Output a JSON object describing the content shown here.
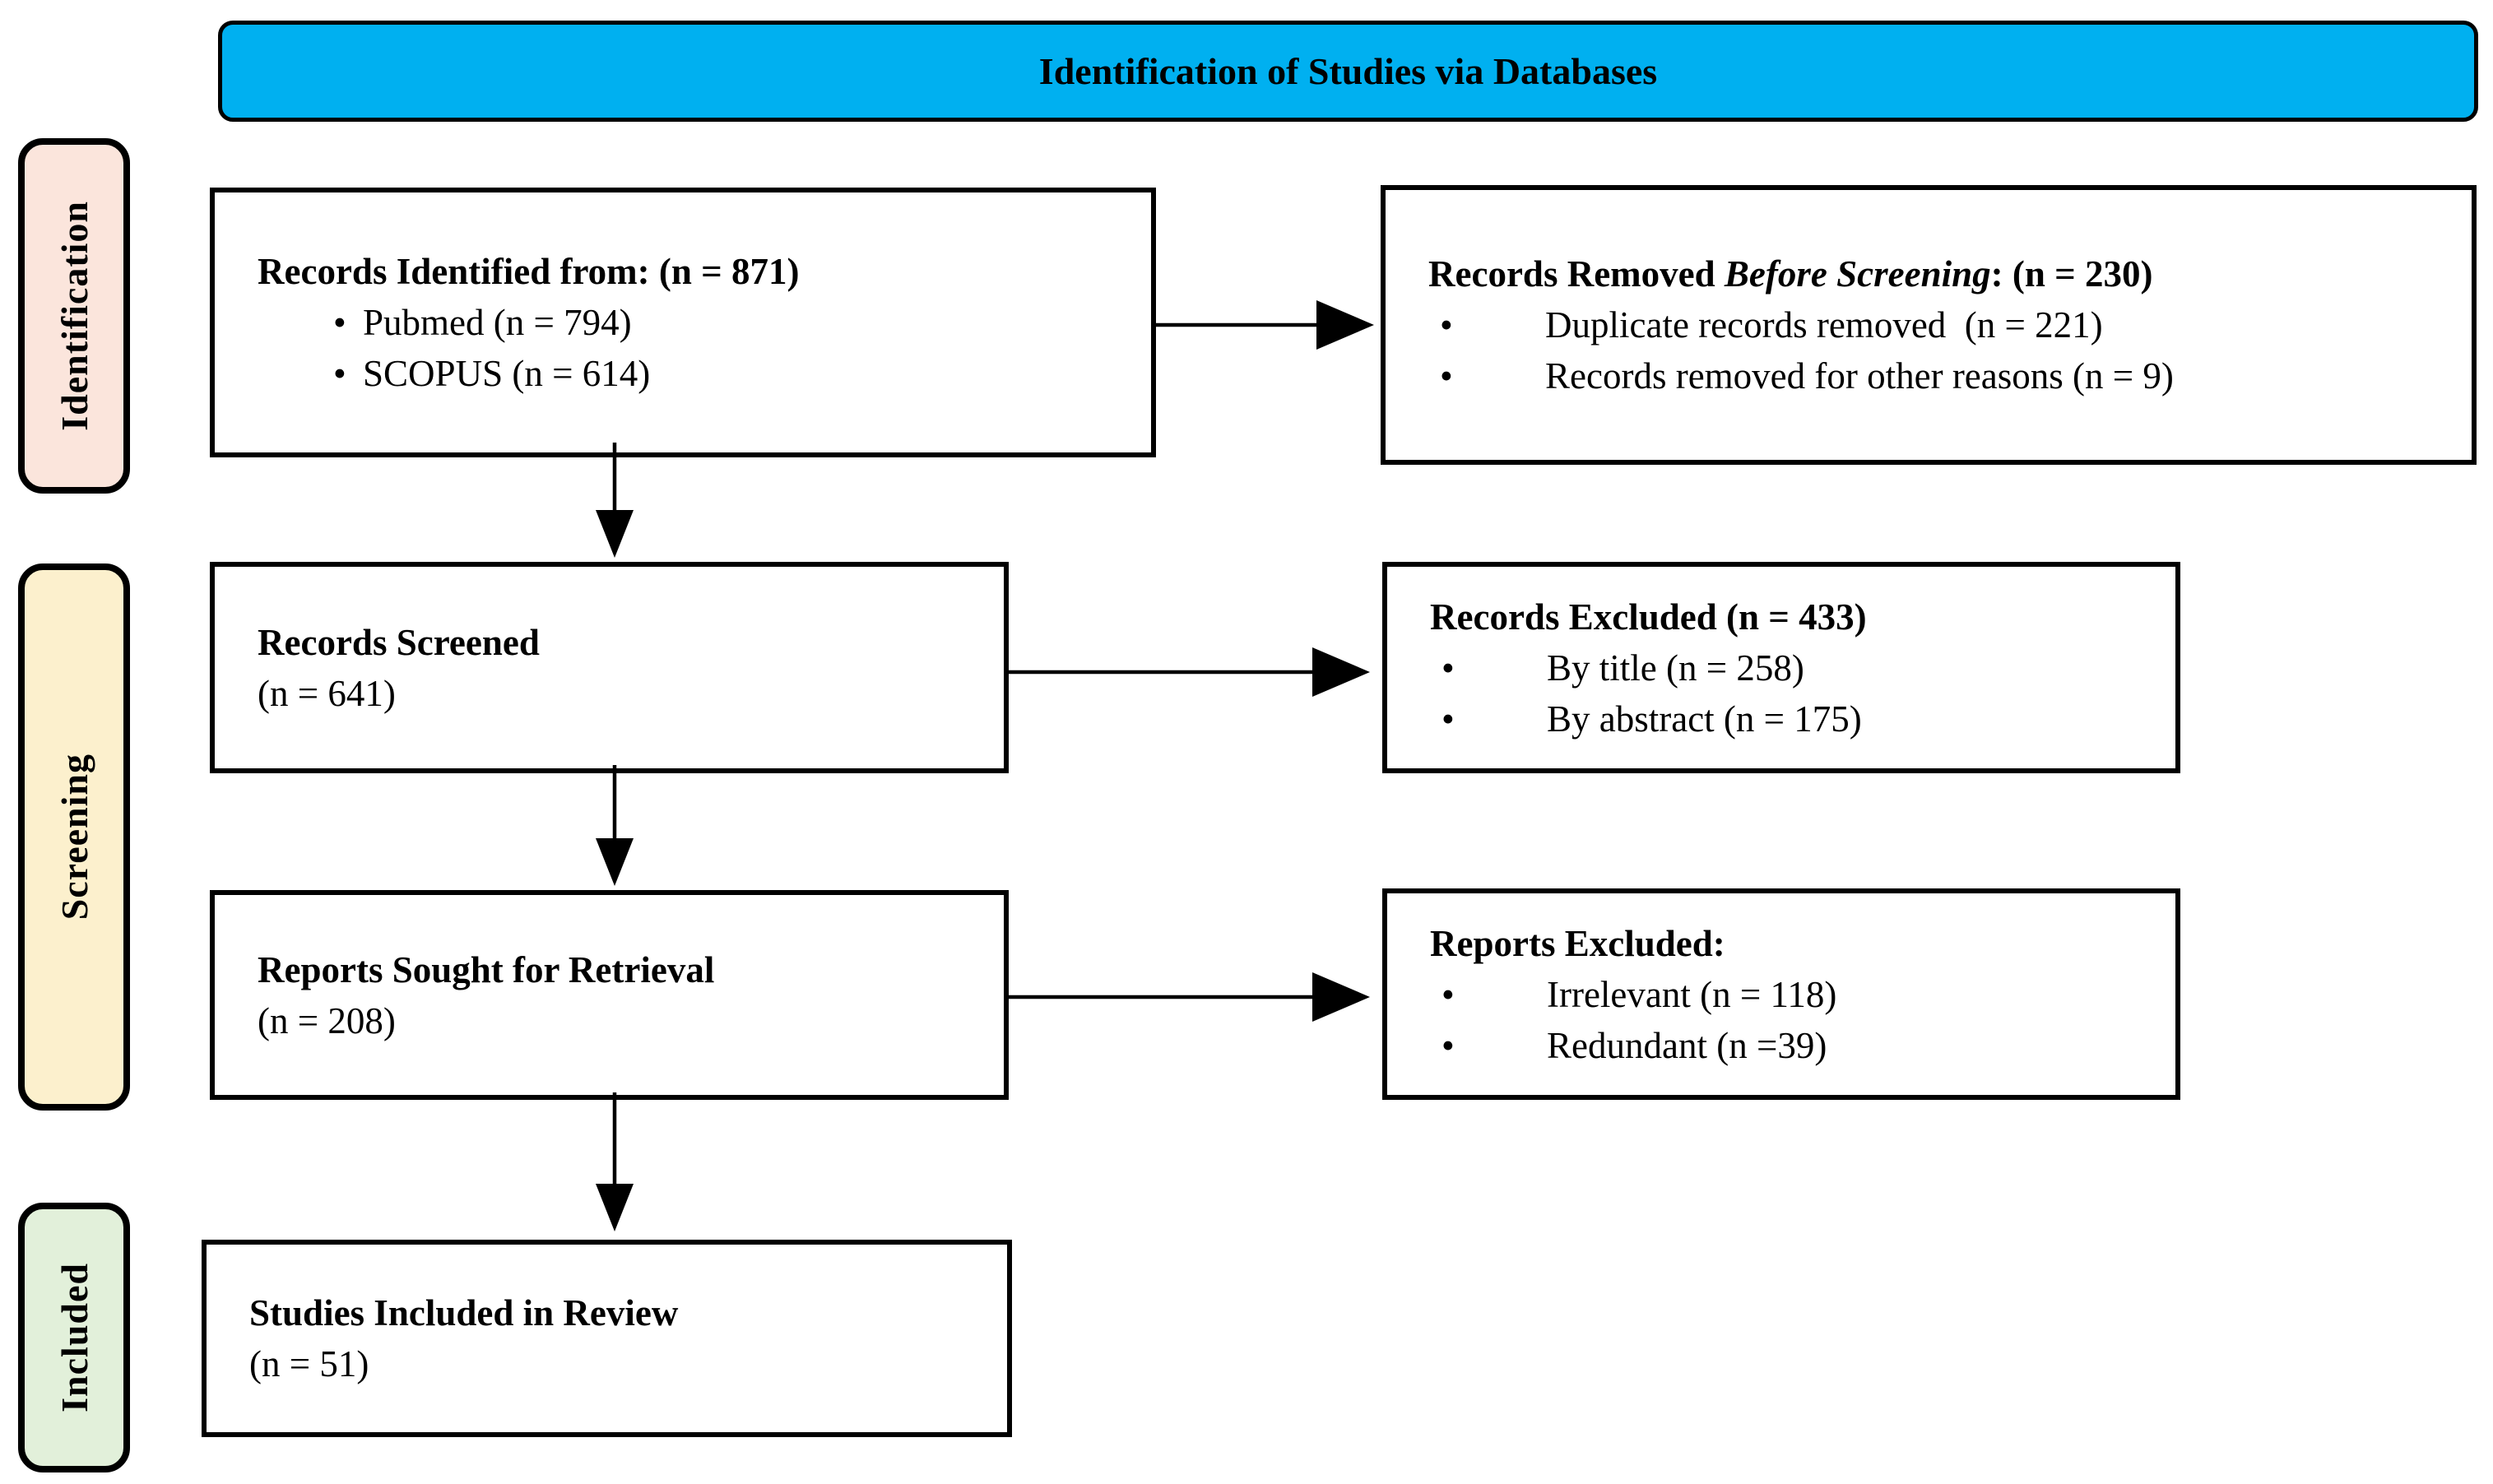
{
  "header": {
    "title": "Identification of Studies via Databases",
    "bg_color": "#00B0F0"
  },
  "stages": {
    "identification": {
      "label": "Identification",
      "bg_color": "#FBE5DC"
    },
    "screening": {
      "label": "Screening",
      "bg_color": "#FCF0CD"
    },
    "included": {
      "label": "Included",
      "bg_color": "#E2F0DA"
    }
  },
  "boxes": {
    "records_identified": {
      "title": "Records Identified from: (n = 871)",
      "items": [
        "Pubmed (n = 794)",
        "SCOPUS (n = 614)"
      ]
    },
    "records_removed": {
      "title_prefix": "Records Removed ",
      "title_italic": "Before Screening",
      "title_suffix": ": (n = 230)",
      "items": [
        "Duplicate records removed  (n = 221)",
        "Records removed for other reasons (n = 9)"
      ]
    },
    "records_screened": {
      "title": "Records Screened",
      "count": "(n = 641)"
    },
    "records_excluded": {
      "title": "Records Excluded (n = 433)",
      "items": [
        "By title (n = 258)",
        "By abstract (n = 175)"
      ]
    },
    "reports_sought": {
      "title": "Reports Sought for Retrieval",
      "count": "(n = 208)"
    },
    "reports_excluded": {
      "title": "Reports Excluded:",
      "items": [
        "Irrelevant (n = 118)",
        "Redundant (n =39)"
      ]
    },
    "studies_included": {
      "title": "Studies Included in Review",
      "count": "(n = 51)"
    }
  }
}
